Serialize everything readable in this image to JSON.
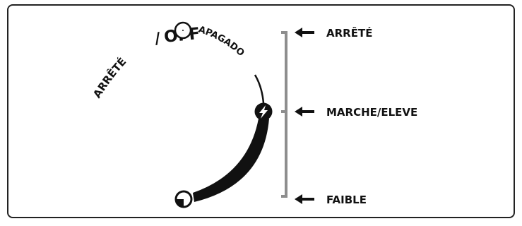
{
  "dial": {
    "off_label_fr": "ARRÊTÉ",
    "off_separator": "/",
    "off_label_en": "OFF",
    "off_label_es": "APAGADO",
    "high_icon": "lightning-bolt-icon",
    "low_icon": "quarter-circle-icon",
    "off_icon": "empty-circle-icon"
  },
  "scale": {
    "labels": [
      "ARRÊTÉ",
      "MARCHE/ELEVE",
      "FAIBLE"
    ],
    "arrow_icon": "left-arrow-icon"
  },
  "colors": {
    "ink": "#111111",
    "scale_bar": "#8e8e8e",
    "frame": "#222222"
  }
}
